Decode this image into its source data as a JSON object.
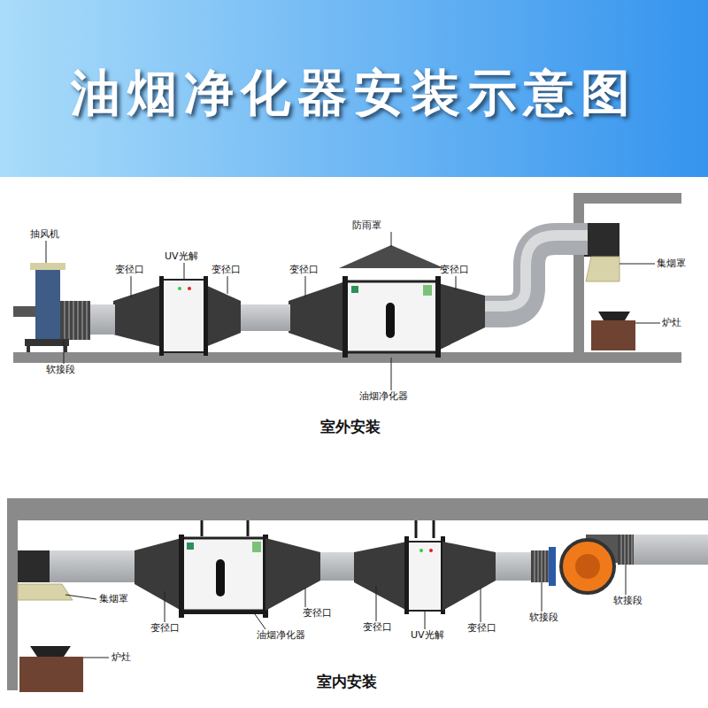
{
  "diagram": {
    "title": "油烟净化器安装示意图",
    "labels": [
      "防雨罩",
      "抽风机",
      "UV光解",
      "集烟罩",
      "变径口",
      "变径口",
      "变径口",
      "变径口",
      "炉灶",
      "软接段",
      "油烟净化器",
      "室外安装",
      "集烟罩",
      "软接段",
      "变径口",
      "软接段",
      "变径口",
      "变径口",
      "变径口",
      "油烟净化器",
      "UV光解",
      "炉灶",
      "室内安装"
    ]
  }
}
